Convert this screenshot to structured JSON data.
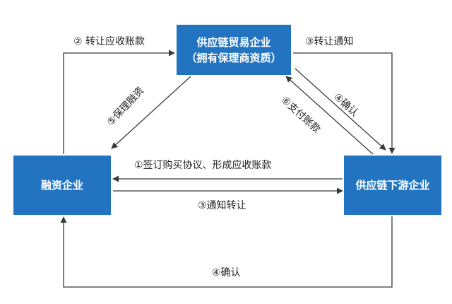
{
  "nodes": {
    "trade_company": {
      "line1": "供应链贸易企业",
      "line2": "（拥有保理商资质）"
    },
    "financing_company": {
      "label": "融资企业"
    },
    "downstream_company": {
      "label": "供应链下游企业"
    }
  },
  "edges": {
    "transfer_receivables": "② 转让应收账款",
    "transfer_notice": "③转让通知",
    "factoring_financing": "⑤保理融资",
    "pay_account": "⑥支付账款",
    "confirm_top": "④确认",
    "sign_agreement": "①签订购买协议、形成应收账款",
    "notify_transfer": "③通知转让",
    "confirm_bottom": "④确认"
  },
  "colors": {
    "node_fill": "#2274c1",
    "line": "#3a3a3a",
    "text": "#222222"
  }
}
